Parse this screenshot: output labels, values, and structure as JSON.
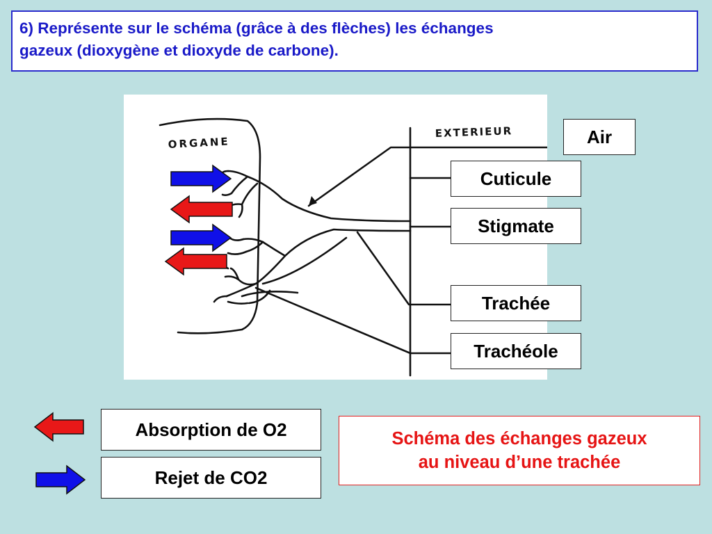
{
  "question": {
    "line1": "6) Représente sur le schéma (grâce à des flèches) les échanges",
    "line2": "gazeux (dioxygène et dioxyde de carbone)."
  },
  "diagram": {
    "organ_label": "ORGANE",
    "exterior_label": "EXTERIEUR",
    "labels": {
      "air": "Air",
      "cuticle": "Cuticule",
      "stigma": "Stigmate",
      "trachea": "Trachée",
      "tracheole": "Trachéole"
    }
  },
  "legend": {
    "o2_absorption": "Absorption de O2",
    "co2_release": "Rejet de CO2"
  },
  "caption": {
    "line1": "Schéma des échanges gazeux",
    "line2": "au niveau d’une trachée"
  },
  "colors": {
    "background": "#bde0e1",
    "question_text": "#1a1ac8",
    "caption_text": "#e61414",
    "arrow_red": "#e81818",
    "arrow_blue": "#1010e8"
  }
}
